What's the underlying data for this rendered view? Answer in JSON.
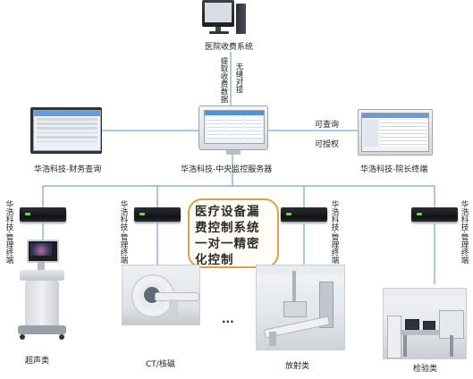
{
  "nodes": {
    "billing_system": "医院收费系统",
    "finance_query": "华浩科技-财务查询",
    "central_server": "华浩科技-中央监控服务器",
    "president_terminal": "华浩科技-院长终端"
  },
  "edges": {
    "extract_data": "提取收费数据",
    "seamless": "无缝对接",
    "can_query": "可查询",
    "can_authorize": "可授权"
  },
  "terminals": [
    "华浩科技-管理终端",
    "华浩科技-管理终端",
    "华浩科技-管理终端",
    "华浩科技-管理终端"
  ],
  "devices": {
    "ultrasound": "超声类",
    "ct_mri": "CT/核磁",
    "ellipsis": "...",
    "radiology": "放射类",
    "laboratory": "检验类"
  },
  "callout": [
    "医疗设备漏",
    "费控制系统",
    "一对一精密",
    "化控制"
  ],
  "colors": {
    "wire": "#5b8fc8",
    "callout_border": "#d9a14a"
  }
}
